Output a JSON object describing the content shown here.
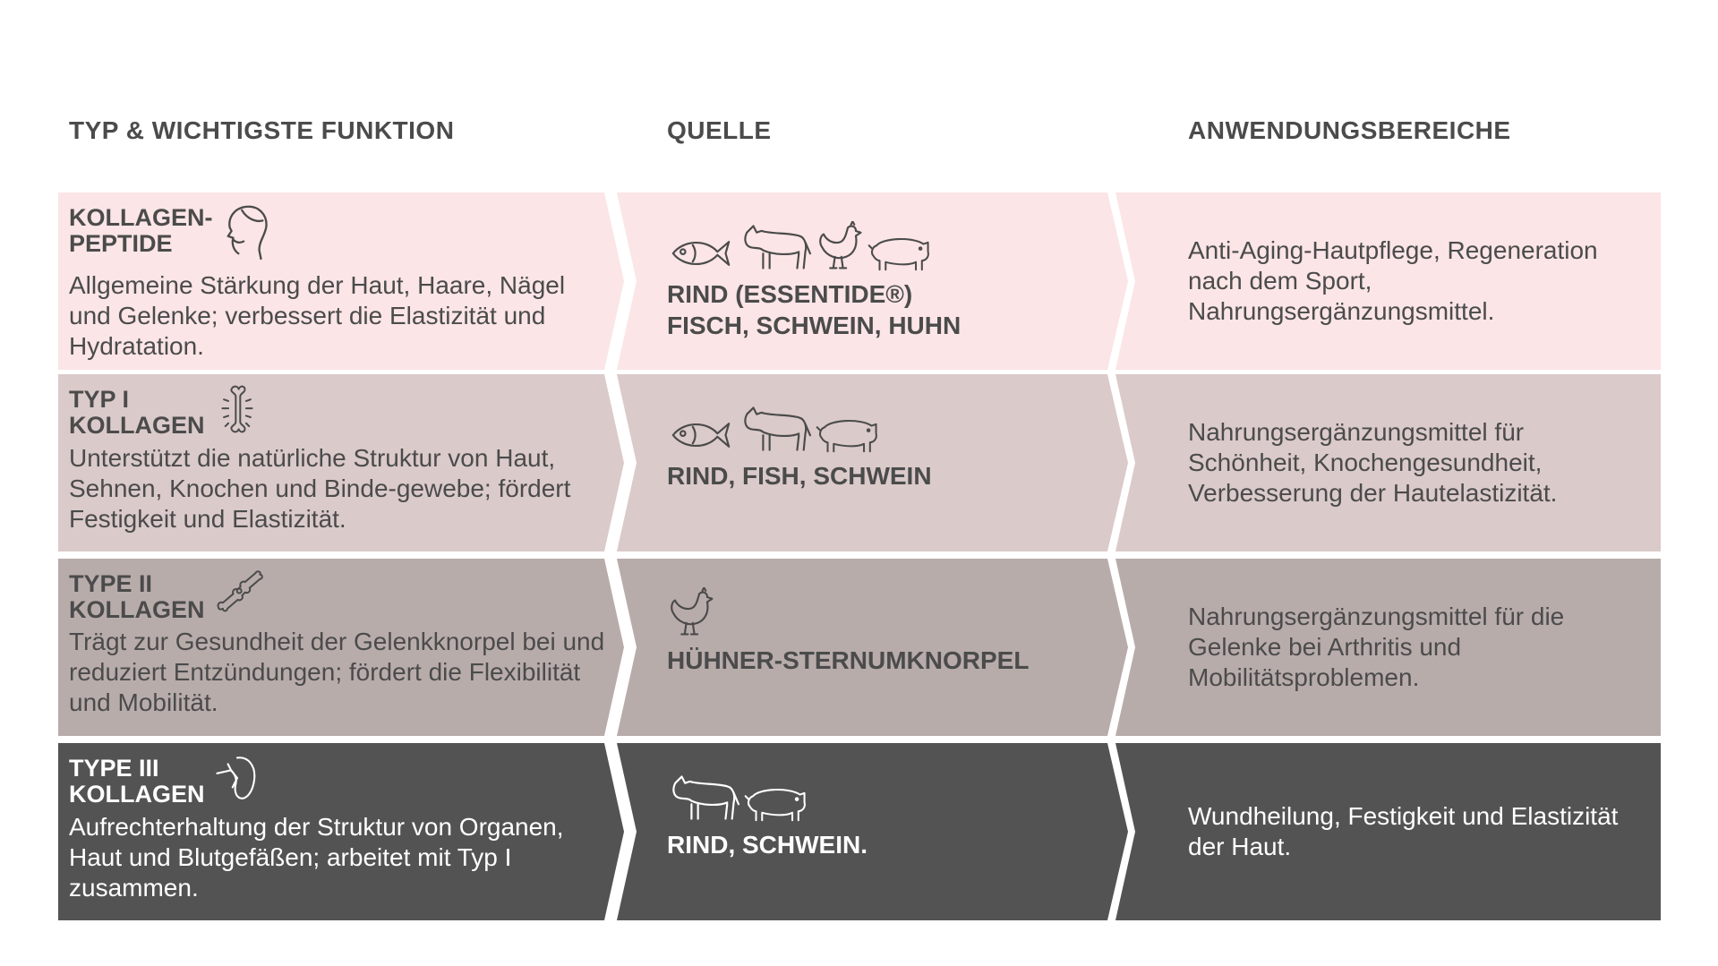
{
  "headers": {
    "col1": "TYP & WICHTIGSTE FUNKTION",
    "col2": "QUELLE",
    "col3": "ANWENDUNGSBEREICHE"
  },
  "rows": [
    {
      "title_line1": "KOLLAGEN-",
      "title_line2": "PEPTIDE",
      "title_icon": "face-icon",
      "description": "Allgemeine Stärkung der Haut, Haare, Nägel und Gelenke; verbessert die Elastizität und Hydratation.",
      "source_icons": [
        "fish-icon",
        "cow-icon",
        "chicken-icon",
        "pig-icon"
      ],
      "source_line1": "RIND (ESSENTIDE®)",
      "source_line2": "FISCH, SCHWEIN, HUHN",
      "applications": "Anti-Aging-Hautpflege, Regeneration nach dem Sport, Nahrungsergänzungsmittel.",
      "bg": "#fbe5e6",
      "text_color": "#4b4b4b"
    },
    {
      "title_line1": "TYP I",
      "title_line2": "KOLLAGEN",
      "title_icon": "bone-icon",
      "description": "Unterstützt die natürliche Struktur von Haut, Sehnen, Knochen und Binde-gewebe; fördert Festigkeit und Elastizität.",
      "source_icons": [
        "fish-icon",
        "cow-icon",
        "pig-icon"
      ],
      "source_line1": "RIND, FISH, SCHWEIN",
      "source_line2": "",
      "applications": "Nahrungsergänzungsmittel für Schönheit, Knochengesundheit, Verbesserung der Hautelastizität.",
      "bg": "#dbcaca",
      "text_color": "#4b4b4b"
    },
    {
      "title_line1": "TYPE II",
      "title_line2": "KOLLAGEN",
      "title_icon": "joint-icon",
      "description": "Trägt zur Gesundheit der Gelenkknorpel bei und reduziert Entzündungen; fördert die Flexibilität und Mobilität.",
      "source_icons": [
        "chicken-icon"
      ],
      "source_line1": "HÜHNER-STERNUMKNORPEL",
      "source_line2": "",
      "applications": "Nahrungsergänzungsmittel für die Gelenke bei Arthritis und Mobilitätsproblemen.",
      "bg": "#b8acab",
      "text_color": "#4b4b4b"
    },
    {
      "title_line1": "TYPE III",
      "title_line2": "KOLLAGEN",
      "title_icon": "organ-icon",
      "description": "Aufrechterhaltung der Struktur von Organen, Haut und Blutgefäßen; arbeitet mit Typ I zusammen.",
      "source_icons": [
        "cow-icon",
        "pig-icon"
      ],
      "source_line1": "RIND, SCHWEIN.",
      "source_line2": "",
      "applications": "Wundheilung, Festigkeit und Elastizität der Haut.",
      "bg": "#535353",
      "text_color": "#ffffff"
    }
  ]
}
